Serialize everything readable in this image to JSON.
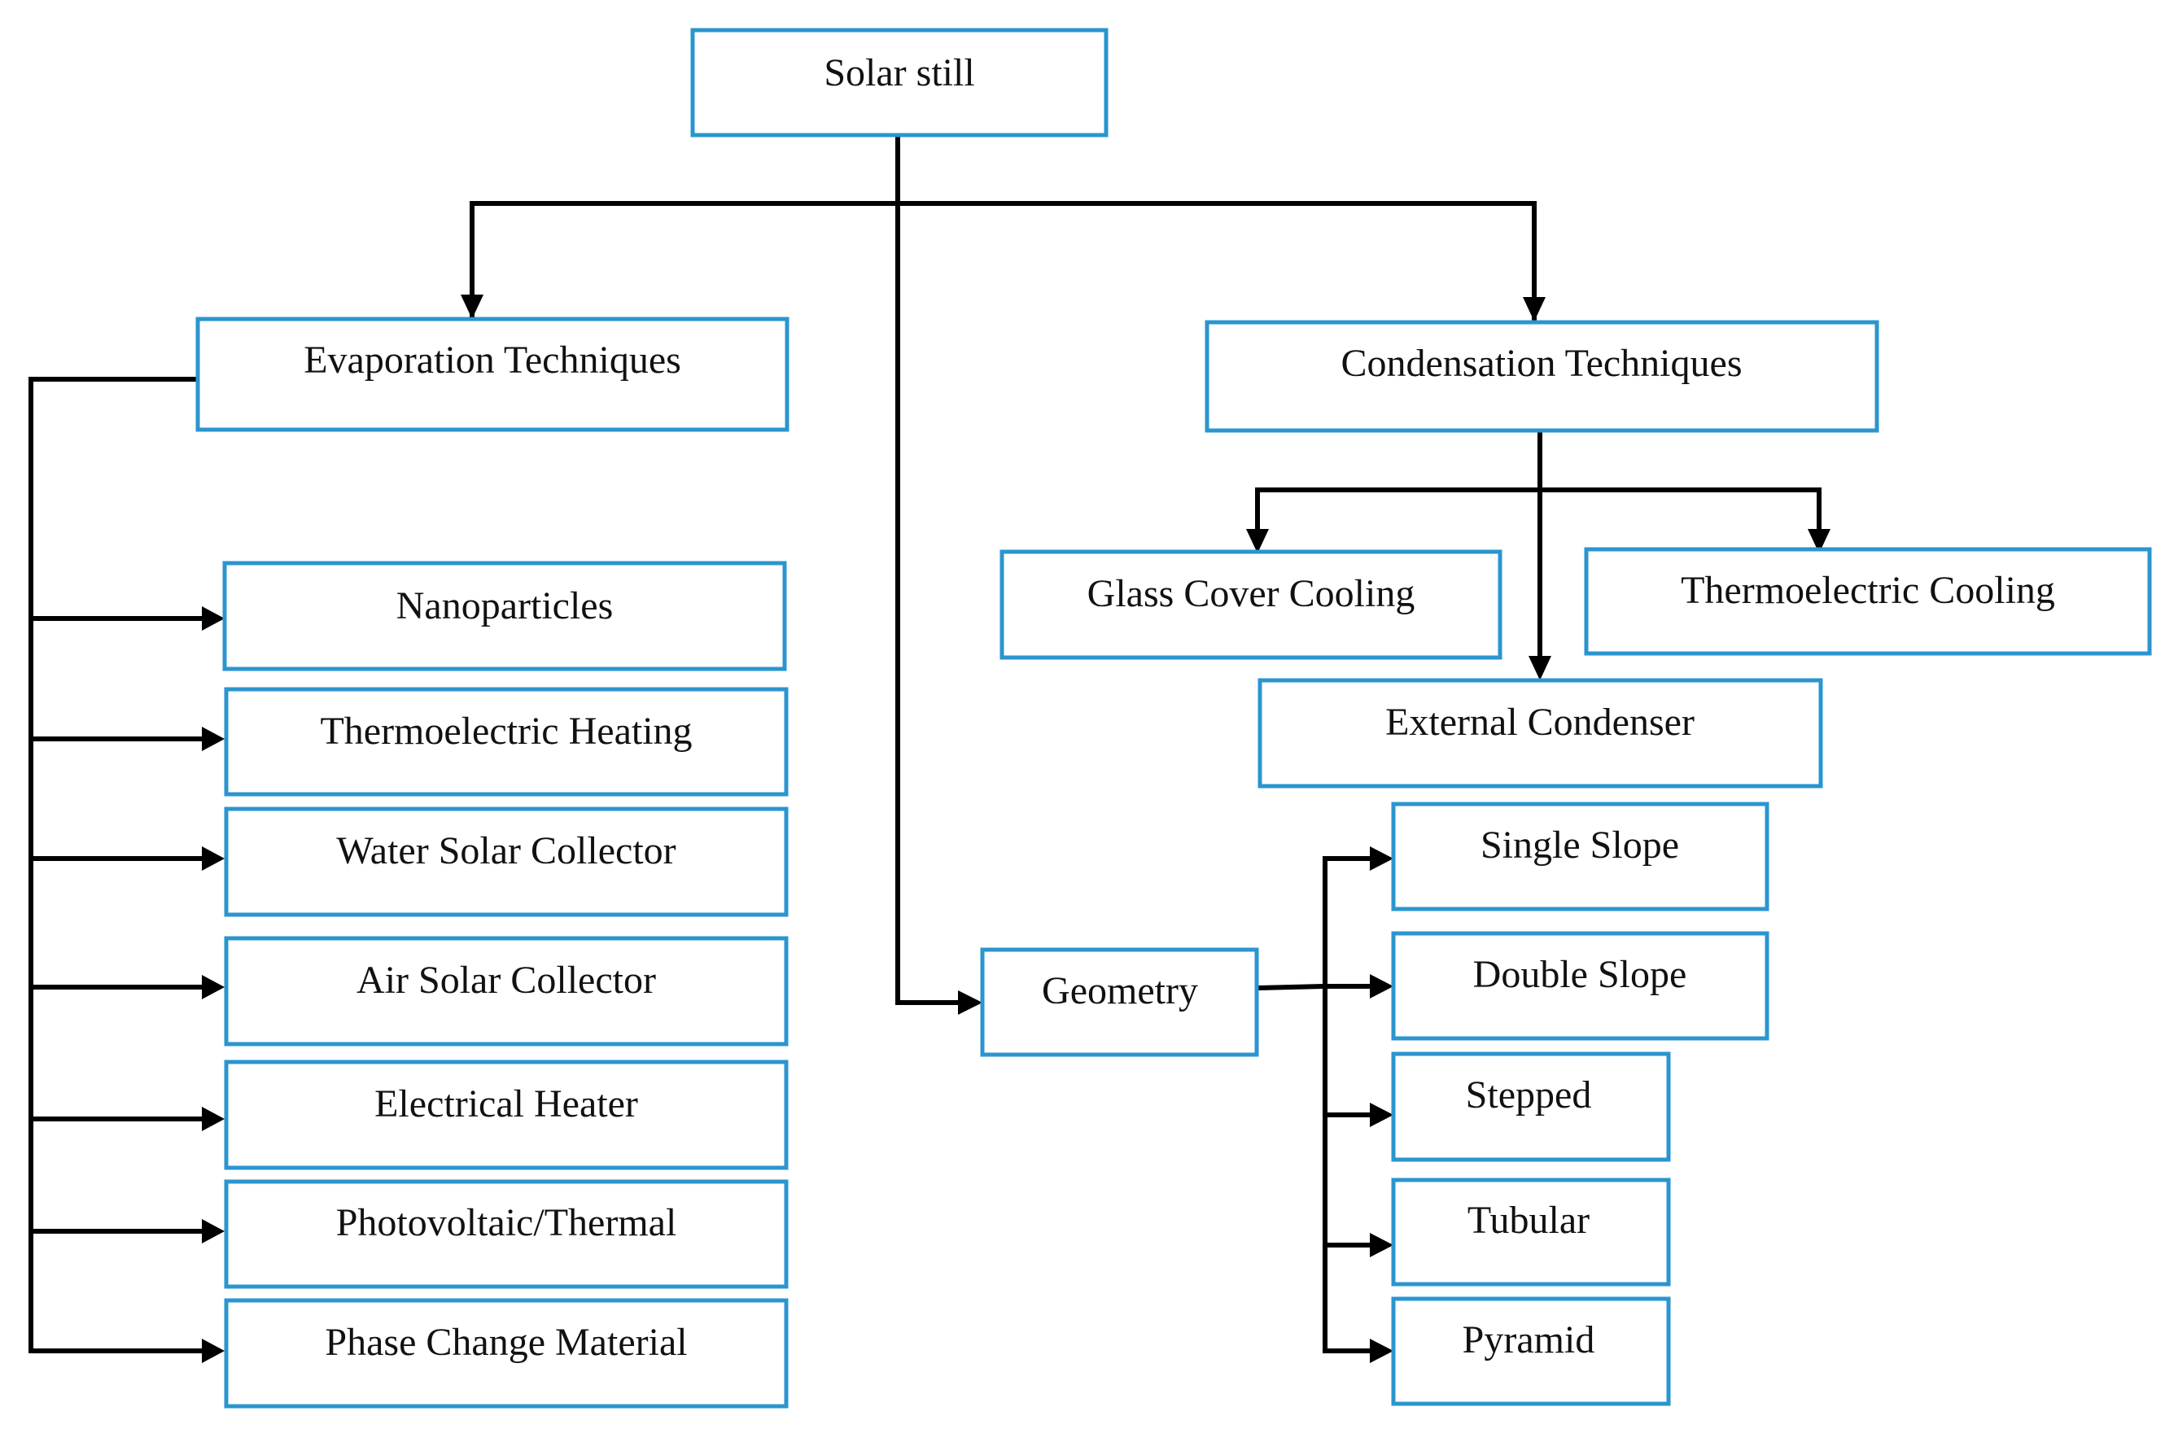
{
  "diagram": {
    "type": "tree",
    "root": "Solar still",
    "branches": {
      "evaporation": "Evaporation Techniques",
      "condensation": "Condensation Techniques",
      "geometry": "Geometry"
    },
    "evaporation_items": [
      "Nanoparticles",
      "Thermoelectric Heating",
      "Water Solar Collector",
      "Air Solar Collector",
      "Electrical Heater",
      "Photovoltaic/Thermal",
      "Phase Change Material"
    ],
    "condensation_items": {
      "glass_cover": "Glass Cover Cooling",
      "thermoelectric": "Thermoelectric Cooling",
      "external": "External Condenser"
    },
    "geometry_items": [
      "Single Slope",
      "Double Slope",
      "Stepped",
      "Tubular",
      "Pyramid"
    ]
  },
  "colors": {
    "box_border": "#2b95cf",
    "connector": "#000000",
    "text": "#111111"
  }
}
